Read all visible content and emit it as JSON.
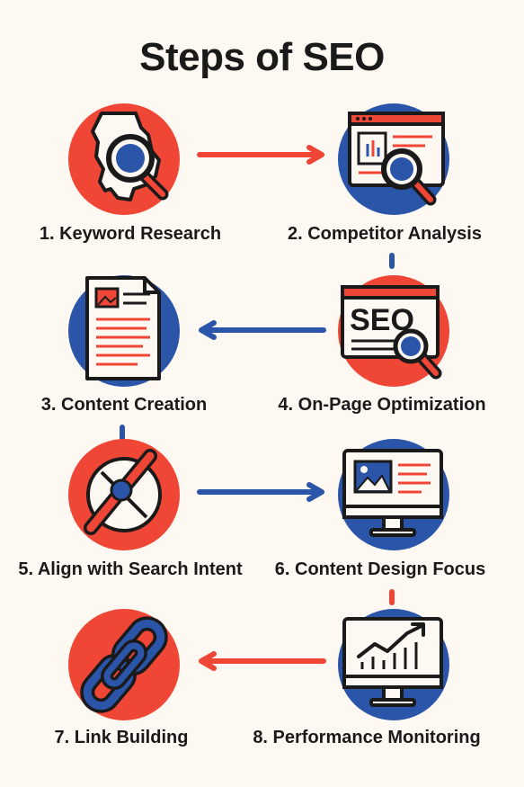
{
  "title": "Steps of SEO",
  "colors": {
    "red": "#ef4636",
    "blue": "#2b55a8",
    "ink": "#1a1a1a",
    "paper": "#fdf8f1"
  },
  "steps": [
    {
      "label": "1. Keyword Research",
      "icon": "map-magnifier-icon",
      "circle_color": "red"
    },
    {
      "label": "2. Competitor Analysis",
      "icon": "browser-magnifier-icon",
      "circle_color": "blue"
    },
    {
      "label": "3. Content Creation",
      "icon": "document-icon",
      "circle_color": "blue"
    },
    {
      "label": "4. On-Page Optimization",
      "icon": "seo-browser-icon",
      "circle_color": "red",
      "icon_text": "SEO"
    },
    {
      "label": "5. Align with Search Intent",
      "icon": "target-icon",
      "circle_color": "red"
    },
    {
      "label": "6. Content Design Focus",
      "icon": "monitor-layout-icon",
      "circle_color": "blue"
    },
    {
      "label": "7. Link Building",
      "icon": "chain-link-icon",
      "circle_color": "red"
    },
    {
      "label": "8. Performance Monitoring",
      "icon": "monitor-chart-icon",
      "circle_color": "blue"
    }
  ],
  "arrows": [
    {
      "from": 1,
      "to": 2,
      "direction": "right",
      "color": "red"
    },
    {
      "from": 4,
      "to": 3,
      "direction": "left",
      "color": "blue"
    },
    {
      "from": 5,
      "to": 6,
      "direction": "right",
      "color": "blue"
    },
    {
      "from": 8,
      "to": 7,
      "direction": "left",
      "color": "red"
    }
  ]
}
